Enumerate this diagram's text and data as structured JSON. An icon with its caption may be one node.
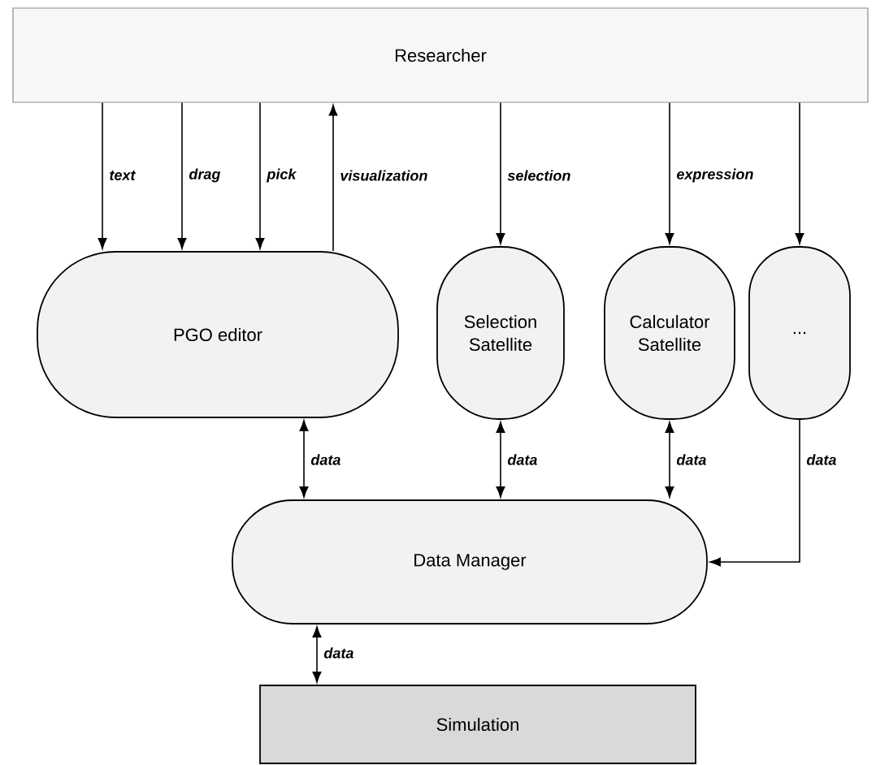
{
  "diagram": {
    "nodes": [
      {
        "text": [
          "Researcher"
        ]
      },
      {
        "text": [
          "PGO editor"
        ]
      },
      {
        "text": [
          "Selection Satellite"
        ]
      },
      {
        "text": [
          "Calculator Satellite"
        ]
      },
      {
        "text": [
          "..."
        ]
      },
      {
        "text": [
          "Data Manager"
        ]
      },
      {
        "text": [
          "Simulation"
        ]
      }
    ],
    "edges": [
      {
        "from": 0,
        "to": 1,
        "arrow": "to",
        "label": "text"
      },
      {
        "from": 0,
        "to": 1,
        "arrow": "to",
        "label": "drag"
      },
      {
        "from": 0,
        "to": 1,
        "arrow": "to",
        "label": "pick"
      },
      {
        "from": 1,
        "to": 0,
        "arrow": "to",
        "label": "visualization"
      },
      {
        "from": 0,
        "to": 2,
        "arrow": "to",
        "label": "selection"
      },
      {
        "from": 0,
        "to": 3,
        "arrow": "to",
        "label": "expression"
      },
      {
        "from": 0,
        "to": 4,
        "arrow": "to"
      },
      {
        "from": 1,
        "to": 5,
        "arrow": "both",
        "label": "data"
      },
      {
        "from": 2,
        "to": 5,
        "arrow": "both",
        "label": "data"
      },
      {
        "from": 3,
        "to": 5,
        "arrow": "both",
        "label": "data"
      },
      {
        "from": 4,
        "to": 5,
        "arrow": "to",
        "label": "data"
      },
      {
        "from": 5,
        "to": 6,
        "arrow": "both",
        "label": "data"
      }
    ]
  }
}
